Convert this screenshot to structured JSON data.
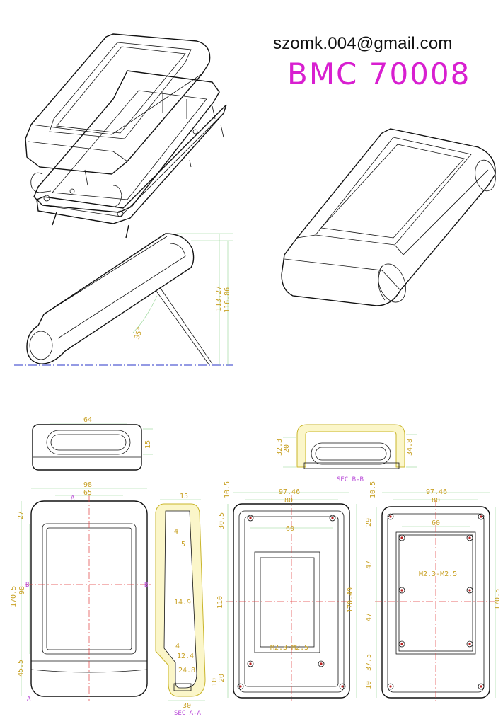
{
  "header": {
    "email": "szomk.004@gmail.com",
    "model": "BMC 70008"
  },
  "colors": {
    "dimension": "#c9a227",
    "section_label": "#b94ad8",
    "model": "#d81fd0",
    "center_red": "#e23b3b",
    "center_blue": "#2a35c9",
    "extension_green": "#8fd48f"
  },
  "side_view": {
    "height_1": "113.27",
    "height_2": "116.86",
    "angle": "35°"
  },
  "end_view": {
    "width": "64",
    "height": "15"
  },
  "section_bb": {
    "h1": "32.3",
    "h2": "20",
    "h3": "34.8",
    "label": "SEC B-B"
  },
  "front_view": {
    "width_outer": "98",
    "width_inner": "65",
    "marker_a": "A",
    "marker_b": "B",
    "h_top": "27",
    "h_total": "170.5",
    "h_mid": "98",
    "h_bottom": "45.5"
  },
  "section_aa": {
    "w_top": "15",
    "d1": "4",
    "d2": "5",
    "d3": "14.9",
    "d4": "4",
    "d5": "12.4",
    "d6": "24.8",
    "w_bottom": "30",
    "label": "SEC A-A"
  },
  "inner_view_1": {
    "top_offset": "10.5",
    "width_outer": "97.46",
    "width_inner": "80",
    "hole_span": "60",
    "h_top": "30.5",
    "h_mid": "110",
    "h_total": "170.49",
    "h_b1": "20",
    "h_b2": "10",
    "screw": "M2.3-M2.5"
  },
  "inner_view_2": {
    "top_offset": "10.5",
    "width_outer": "97.46",
    "width_inner": "80",
    "hole_span": "60",
    "h1": "29",
    "h2": "47",
    "h3": "47",
    "h4": "37.5",
    "h5": "10",
    "h_total": "170.5",
    "screw": "M2.3-M2.5"
  }
}
